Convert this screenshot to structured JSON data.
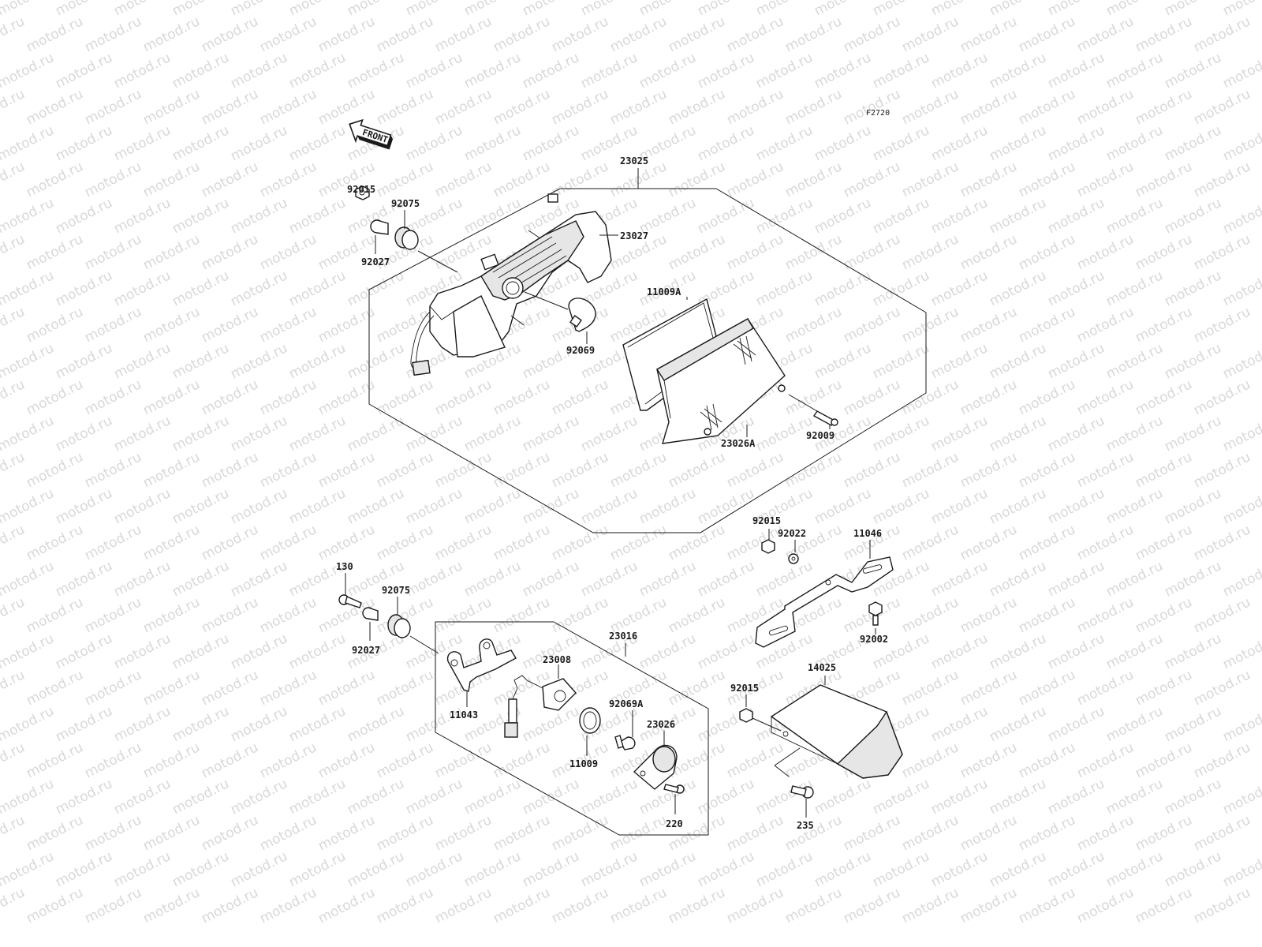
{
  "watermark": {
    "text": "motod.ru"
  },
  "figure_code": "F2720",
  "front_arrow_label": "FRONT",
  "parts": {
    "p23025": "23025",
    "p92015_a": "92015",
    "p92075_a": "92075",
    "p92027_a": "92027",
    "p23027": "23027",
    "p11009A": "11009A",
    "p92069": "92069",
    "p23026A": "23026A",
    "p92009": "92009",
    "p92015_b": "92015",
    "p92022": "92022",
    "p11046": "11046",
    "p92002": "92002",
    "p130": "130",
    "p92075_b": "92075",
    "p92027_b": "92027",
    "p23016": "23016",
    "p23008": "23008",
    "p11043": "11043",
    "p92069A": "92069A",
    "p23026": "23026",
    "p11009": "11009",
    "p220": "220",
    "p14025": "14025",
    "p92015_c": "92015",
    "p235": "235"
  }
}
